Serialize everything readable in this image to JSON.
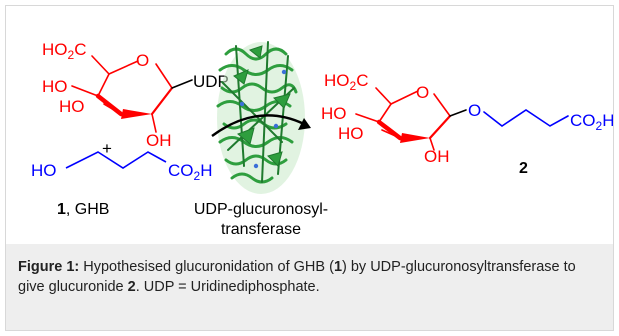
{
  "colors": {
    "sugar": "#ff0000",
    "linker": "#0000ff",
    "ink": "#000000",
    "enzyme": "#2e9e3e",
    "caption_bg": "#eeeeee"
  },
  "scheme": {
    "reactant": {
      "group_top": "HO2C",
      "group_left1": "HO",
      "group_left2": "HO",
      "group_bottom": "OH",
      "ring_o": "O",
      "leaving_group": "UDP"
    },
    "plus": "+",
    "ghb": {
      "ho": "HO",
      "acid": "CO2H",
      "label_num": "1",
      "label_rest": ", GHB"
    },
    "enzyme": {
      "line1": "UDP-glucuronosyl-",
      "line2": "transferase",
      "icon": "protein-structure-icon"
    },
    "product": {
      "group_top": "HO2C",
      "group_left1": "HO",
      "group_left2": "HO",
      "group_bottom": "OH",
      "ring_o": "O",
      "link_o": "O",
      "acid": "CO2H",
      "label": "2"
    }
  },
  "caption": {
    "figure_label": "Figure 1:",
    "part1": " Hypothesised glucuronidation of GHB (",
    "bold1": "1",
    "part2": ") by UDP-glucuronosyltransferase to give glucuronide ",
    "bold2": "2",
    "part3": ". UDP = Uridinediphosphate."
  }
}
